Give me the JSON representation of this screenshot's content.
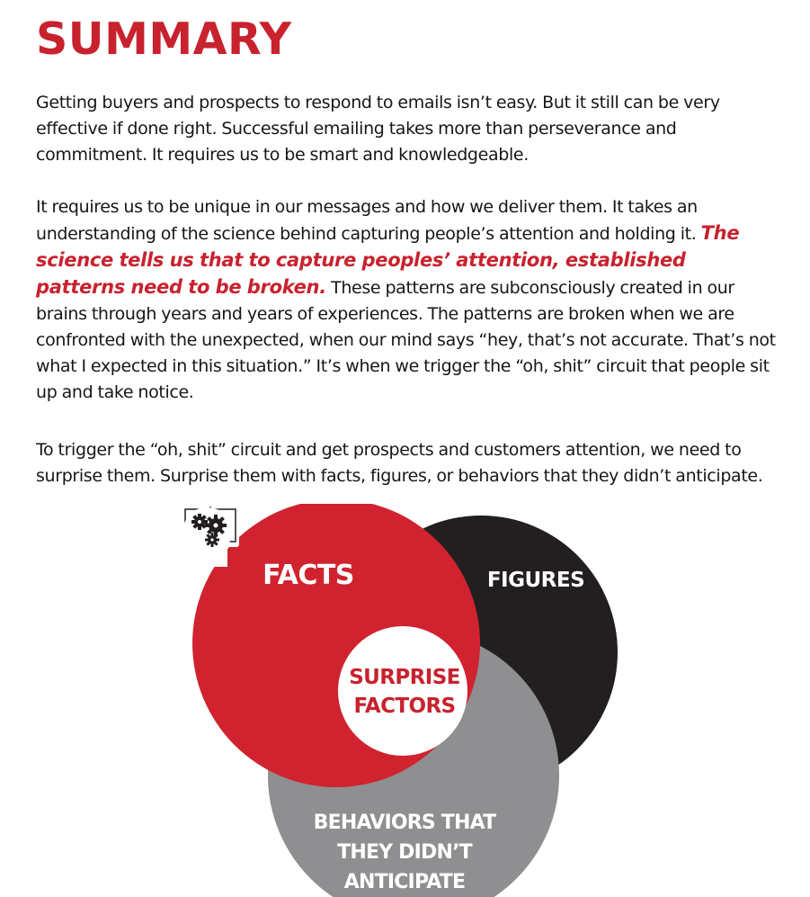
{
  "title": "SUMMARY",
  "paragraphs": {
    "p1": "Getting buyers and prospects to respond to emails isn’t easy. But it still can be very effective if done right. Successful emailing takes more than perseverance and commitment. It requires us to be smart and knowledgeable.",
    "p2_intro": "It requires us to be unique in our messages and how we deliver them. It takes an understanding of the science behind capturing people’s attention and holding it.",
    "p2_emphasis": "The science tells us that to capture peoples’ attention, established patterns need to be broken.",
    "p2_rest": "These patterns are subconsciously created in our brains through years and years of experiences. The patterns are broken when we are confronted with the unexpected, when our mind says “hey, that’s not accurate. That’s not what I expected in this situation.” It’s when we trigger the “oh, shit” circuit that people sit up and take notice.",
    "p3": "To trigger the “oh, shit” circuit and get prospects and customers attention, we need to surprise them. Surprise them with facts, figures, or behaviors that they didn’t anticipate."
  },
  "venn": {
    "facts_label": "FACTS",
    "figures_label": "FIGURES",
    "center_label_line1": "SURPRISE",
    "center_label_line2": "FACTORS",
    "behaviors_line1": "BEHAVIORS THAT",
    "behaviors_line2": "THEY DIDN’T",
    "behaviors_line3": "ANTICIPATE",
    "colors": {
      "facts": "#d0232f",
      "figures": "#231f20",
      "behaviors": "#8f8f91",
      "center": "#ffffff",
      "accent_text": "#c8222e"
    },
    "icons": {
      "facts": "clipboard-checklist-icon",
      "figures": "monitor-bar-chart-icon",
      "behaviors": "head-gears-icon"
    }
  }
}
